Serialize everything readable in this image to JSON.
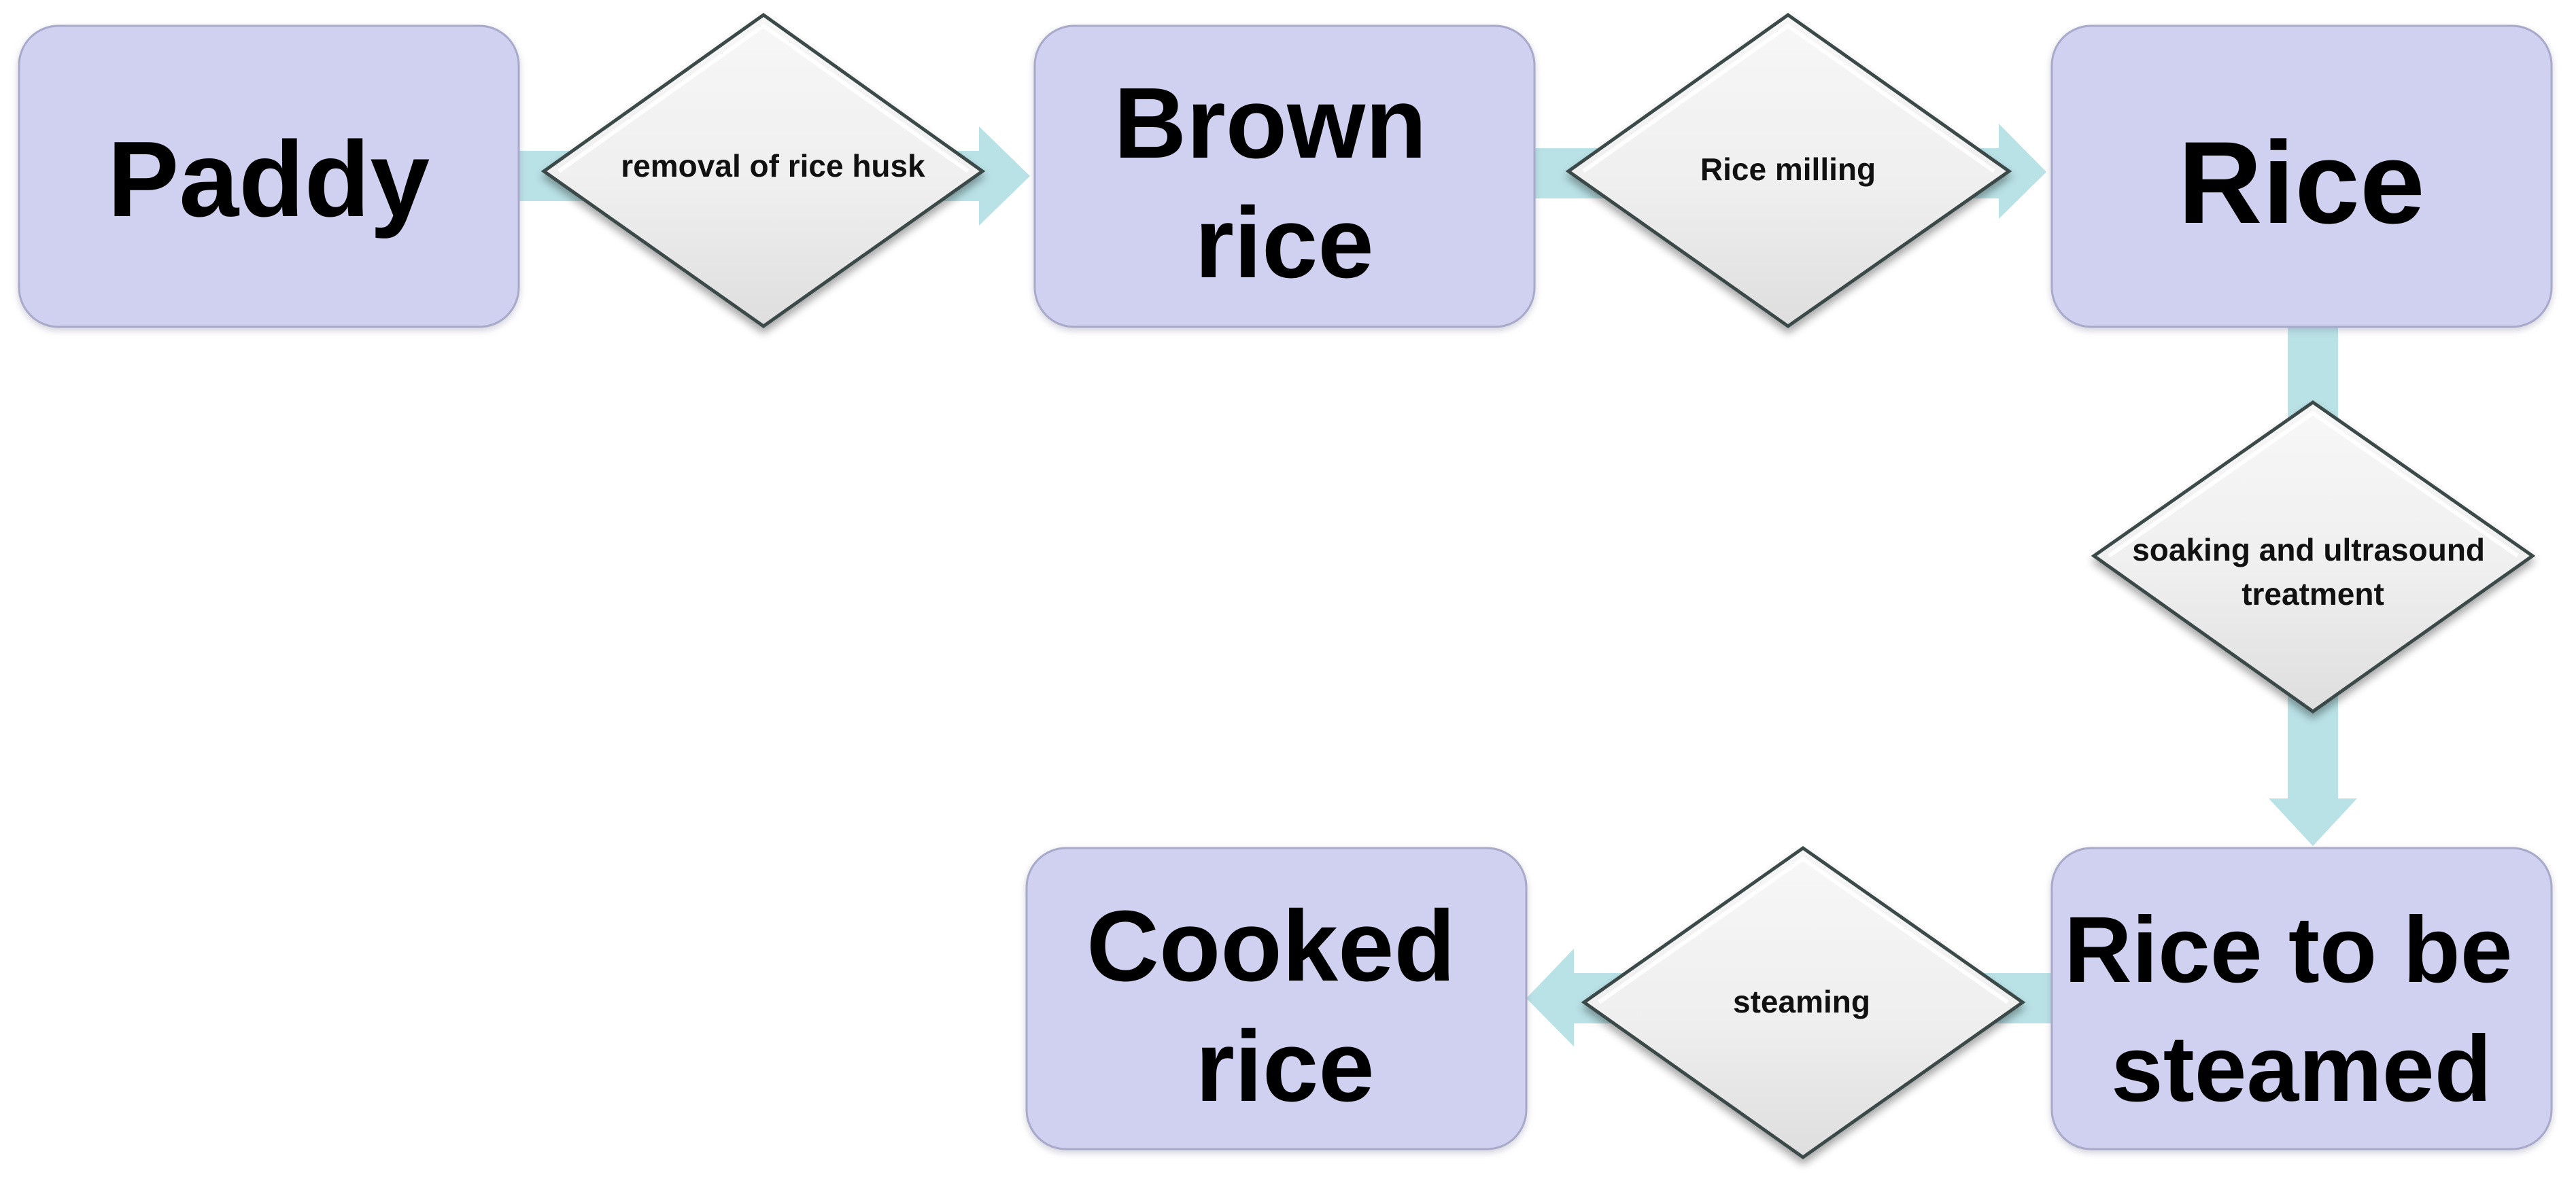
{
  "colors": {
    "box_fill": "#d0d0f0",
    "box_stroke": "#a9a9c9",
    "arrow": "#b9e2e6",
    "diamond_fill": "#f3f3f3",
    "diamond_stroke": "#3b4a4a",
    "text": "#000000"
  },
  "boxes": {
    "paddy": [
      "Paddy"
    ],
    "brown_rice": [
      "Brown",
      "rice"
    ],
    "rice": [
      "Rice"
    ],
    "rice_to_be_steamed": [
      "Rice to be",
      "steamed"
    ],
    "cooked_rice": [
      "Cooked",
      "rice"
    ]
  },
  "steps": {
    "husk_removal": [
      "removal of rice husk"
    ],
    "milling": [
      "Rice milling"
    ],
    "soaking": [
      "soaking and ultrasound",
      "treatment"
    ],
    "steaming": [
      "steaming"
    ]
  }
}
